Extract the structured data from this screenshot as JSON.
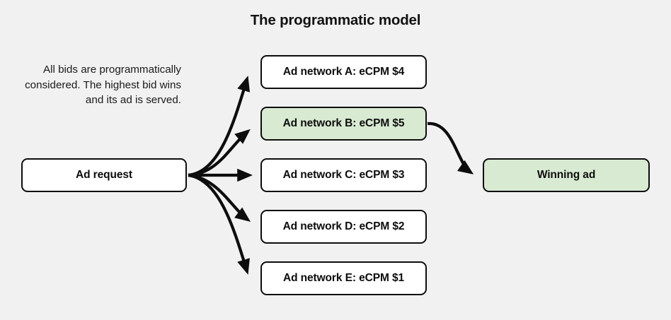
{
  "title": "The programmatic model",
  "caption": "All bids are programmatically considered. The highest bid wins and its ad is served.",
  "colors": {
    "background": "#f1f1f1",
    "node_fill": "#ffffff",
    "highlight_fill": "#d9ead3",
    "stroke": "#0d0d0d",
    "text": "#111111"
  },
  "nodes": {
    "ad_request": {
      "label": "Ad request",
      "highlighted": false
    },
    "network_a": {
      "label": "Ad network A: eCPM $4",
      "highlighted": false
    },
    "network_b": {
      "label": "Ad network B: eCPM $5",
      "highlighted": true
    },
    "network_c": {
      "label": "Ad network C: eCPM $3",
      "highlighted": false
    },
    "network_d": {
      "label": "Ad network D: eCPM $2",
      "highlighted": false
    },
    "network_e": {
      "label": "Ad network E: eCPM $1",
      "highlighted": false
    },
    "winning_ad": {
      "label": "Winning ad",
      "highlighted": true
    }
  },
  "edges": [
    {
      "from": "ad_request",
      "to": "network_a",
      "style": "curved-arrow"
    },
    {
      "from": "ad_request",
      "to": "network_b",
      "style": "curved-arrow"
    },
    {
      "from": "ad_request",
      "to": "network_c",
      "style": "straight-arrow"
    },
    {
      "from": "ad_request",
      "to": "network_d",
      "style": "curved-arrow"
    },
    {
      "from": "ad_request",
      "to": "network_e",
      "style": "curved-arrow"
    },
    {
      "from": "network_b",
      "to": "winning_ad",
      "style": "curved-arrow"
    }
  ]
}
